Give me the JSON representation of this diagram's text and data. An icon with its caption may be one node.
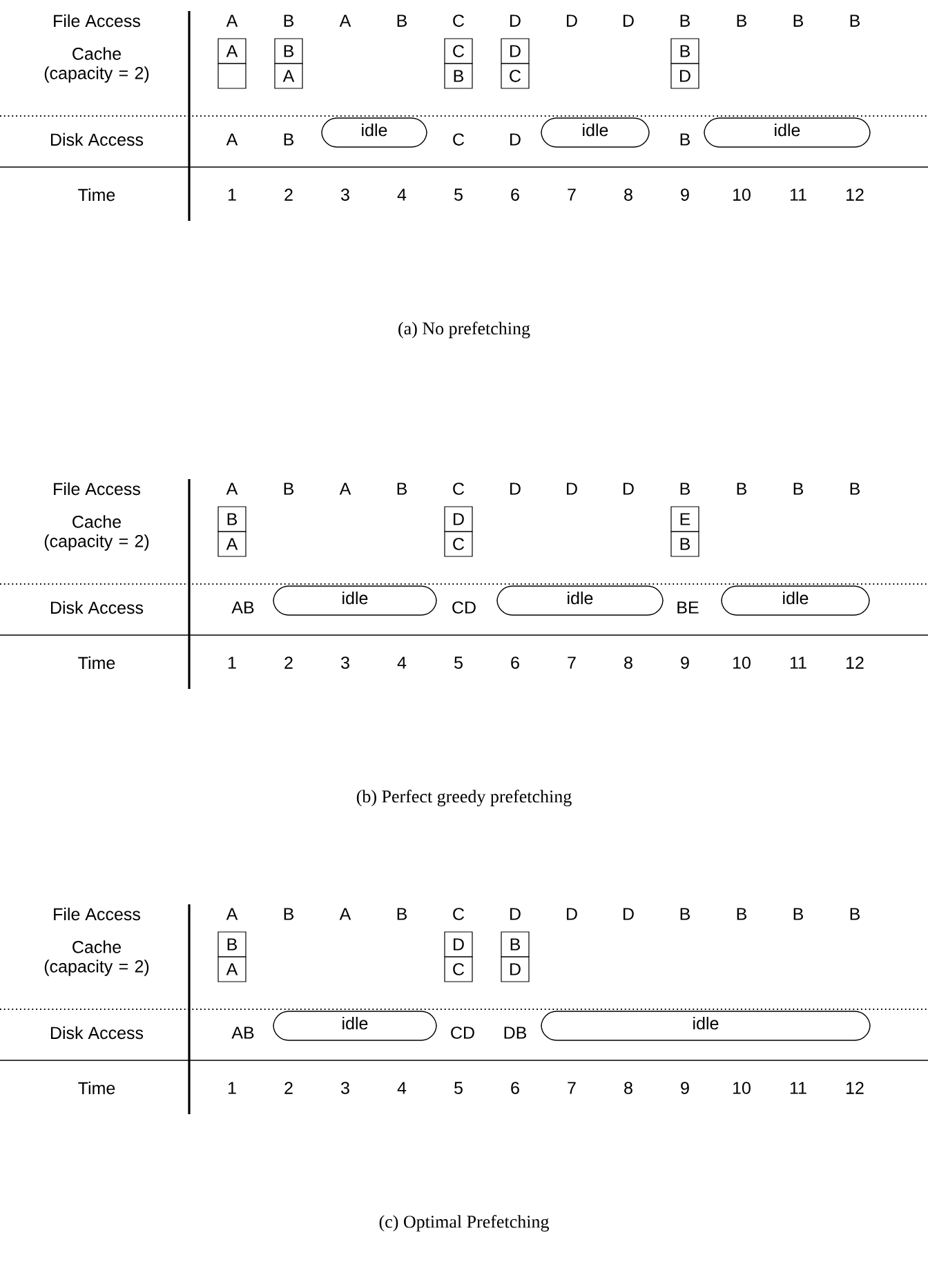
{
  "diagram": {
    "nodes": [
      {
        "text": [
          "A"
        ]
      },
      {
        "text": [],
        "shape": "box"
      },
      {
        "text": [
          "B"
        ]
      },
      {
        "text": [
          "A"
        ]
      },
      {
        "text": [
          "C"
        ]
      },
      {
        "text": [
          "B"
        ]
      },
      {
        "text": [
          "D"
        ]
      },
      {
        "text": [
          "C"
        ]
      },
      {
        "text": [
          "B"
        ]
      },
      {
        "text": [
          "D"
        ]
      },
      {
        "text": [
          "idle"
        ]
      },
      {
        "text": [
          "idle"
        ]
      },
      {
        "text": [
          "idle"
        ]
      },
      {
        "text": [
          "B"
        ]
      },
      {
        "text": [
          "A"
        ]
      },
      {
        "text": [
          "D"
        ]
      },
      {
        "text": [
          "C"
        ]
      },
      {
        "text": [
          "E"
        ]
      },
      {
        "text": [
          "B"
        ]
      },
      {
        "text": [
          "idle"
        ]
      },
      {
        "text": [
          "idle"
        ]
      },
      {
        "text": [
          "idle"
        ]
      },
      {
        "text": [
          "B"
        ]
      },
      {
        "text": [
          "A"
        ]
      },
      {
        "text": [
          "D"
        ]
      },
      {
        "text": [
          "C"
        ]
      },
      {
        "text": [
          "B"
        ]
      },
      {
        "text": [
          "D"
        ]
      },
      {
        "text": [
          "idle"
        ]
      },
      {
        "text": [
          "idle"
        ]
      }
    ],
    "labels": [
      "File Access",
      "A",
      "B",
      "A",
      "B",
      "C",
      "D",
      "D",
      "D",
      "B",
      "B",
      "B",
      "B",
      "Cache (capacity = 2)",
      "Disk Access",
      "A",
      "B",
      "C",
      "D",
      "B",
      "Time",
      "1",
      "2",
      "3",
      "4",
      "5",
      "6",
      "7",
      "8",
      "9",
      "10",
      "11",
      "12",
      "(a) No prefetching",
      "File Access",
      "A",
      "B",
      "A",
      "B",
      "C",
      "D",
      "D",
      "D",
      "B",
      "B",
      "B",
      "B",
      "Cache (capacity = 2)",
      "Disk Access",
      "AB",
      "CD",
      "BE",
      "Time",
      "1",
      "2",
      "3",
      "4",
      "5",
      "6",
      "7",
      "8",
      "9",
      "10",
      "11",
      "12",
      "(b) Perfect greedy prefetching",
      "File Access",
      "A",
      "B",
      "A",
      "B",
      "C",
      "D",
      "D",
      "D",
      "B",
      "B",
      "B",
      "B",
      "Cache (capacity = 2)",
      "Disk Access",
      "AB",
      "CD",
      "DB",
      "Time",
      "1",
      "2",
      "3",
      "4",
      "5",
      "6",
      "7",
      "8",
      "9",
      "10",
      "11",
      "12",
      "(c) Optimal Prefetching"
    ]
  }
}
